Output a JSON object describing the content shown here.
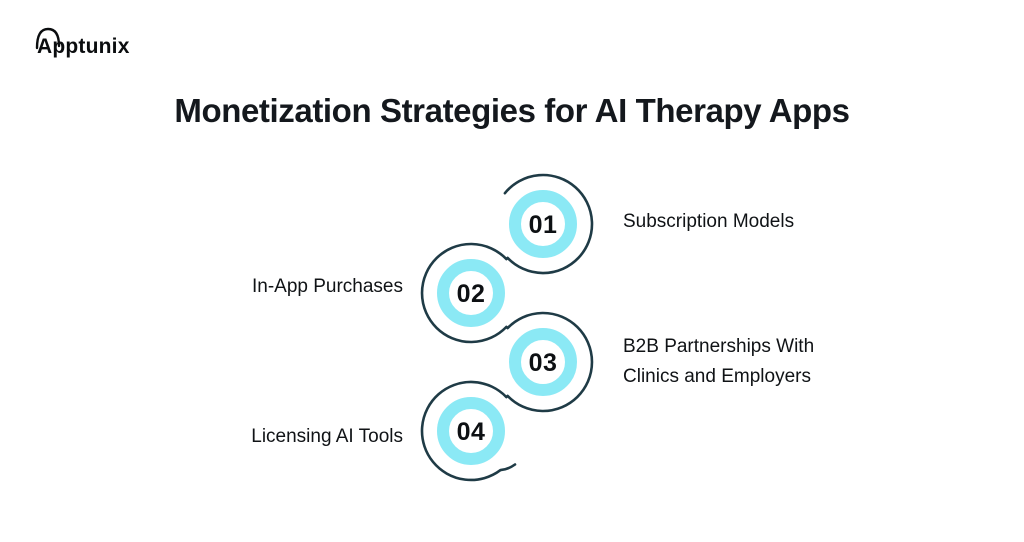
{
  "logo": {
    "text": "Apptunix"
  },
  "header": {
    "title": "Monetization Strategies for AI Therapy Apps"
  },
  "colors": {
    "background": "#FFFFFF",
    "accent_cyan": "#8BE9F5",
    "outline_dark": "#1F3B46",
    "text_dark": "#14181D"
  },
  "diagram": {
    "steps": [
      {
        "number": "01",
        "label": "Subscription Models",
        "side": "right"
      },
      {
        "number": "02",
        "label": "In-App Purchases",
        "side": "left"
      },
      {
        "number": "03",
        "label": "B2B Partnerships With Clinics and Employers",
        "side": "right"
      },
      {
        "number": "04",
        "label": "Licensing AI Tools",
        "side": "left"
      }
    ]
  }
}
